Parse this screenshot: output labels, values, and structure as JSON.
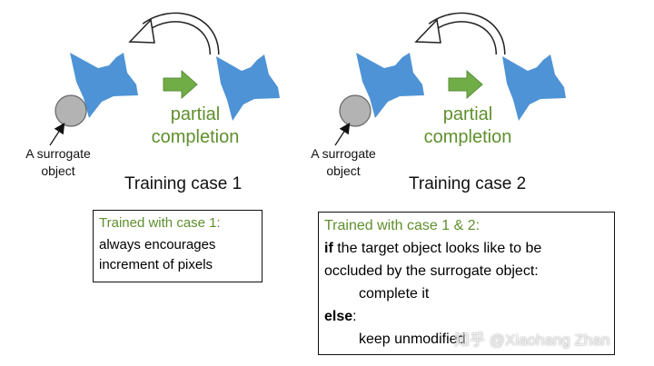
{
  "case1": {
    "partial_line1": "partial",
    "partial_line2": "completion",
    "surrogate_line1": "A surrogate",
    "surrogate_line2": "object",
    "title": "Training case 1"
  },
  "case2": {
    "partial_line1": "partial",
    "partial_line2": "completion",
    "surrogate_line1": "A surrogate",
    "surrogate_line2": "object",
    "title": "Training case 2"
  },
  "box1": {
    "heading": "Trained with case 1:",
    "line1": "always encourages",
    "line2": "increment of pixels"
  },
  "box2": {
    "heading": "Trained with case 1 & 2:",
    "if_keyword": "if",
    "if_rest": " the target object looks like to be",
    "line2": "occluded by the surrogate object:",
    "line3": "complete it",
    "else_keyword": "else",
    "else_colon": ":",
    "line5": "keep unmodified"
  },
  "watermark": "知乎 @Xiaohang Zhan",
  "colors": {
    "shape_blue": "#4e93d5",
    "arrow_green": "#70ad47",
    "surrogate_gray": "#b3b3b3",
    "label_green": "#5f8f2d"
  }
}
